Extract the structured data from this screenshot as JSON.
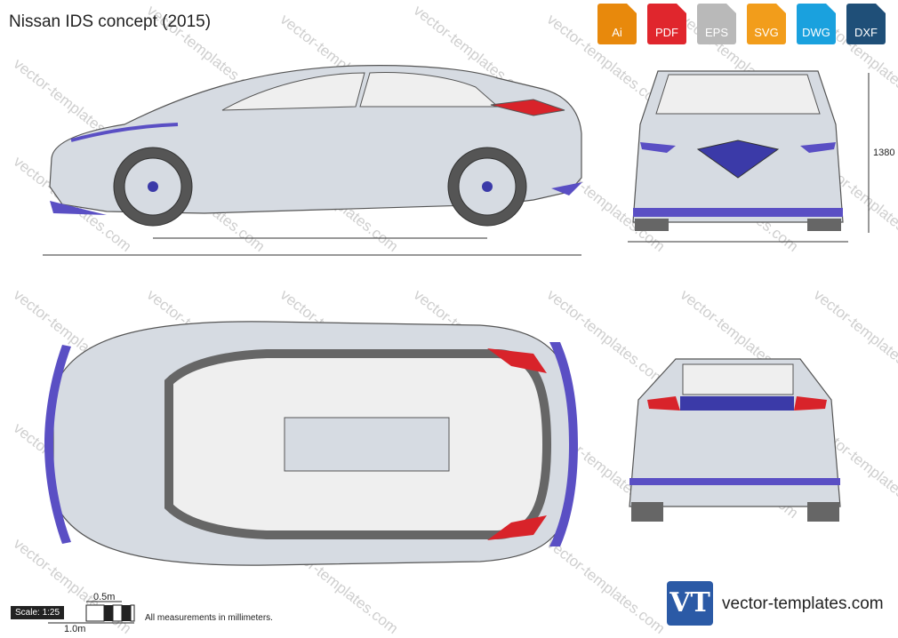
{
  "title": "Nissan IDS concept (2015)",
  "formats": [
    {
      "label": "Ai",
      "color": "#e8890c"
    },
    {
      "label": "PDF",
      "color": "#e0262d"
    },
    {
      "label": "EPS",
      "color": "#b9b9b9"
    },
    {
      "label": "SVG",
      "color": "#f29d1b"
    },
    {
      "label": "DWG",
      "color": "#1aa1de"
    },
    {
      "label": "DXF",
      "color": "#1f4f78"
    }
  ],
  "watermark": "vector-templates.com",
  "dimensions": {
    "height": "1380"
  },
  "scale": {
    "label": "Scale: 1:25",
    "half_m": "0.5m",
    "one_m": "1.0m"
  },
  "note": "All measurements in millimeters.",
  "logo": {
    "mark": "VT",
    "site": "vector-templates.com"
  },
  "colors": {
    "body": "#d6dbe2",
    "outline": "#555",
    "accent": "#5a4fc4",
    "glass": "#efefef",
    "light": "#d8232a",
    "dark": "#666"
  }
}
